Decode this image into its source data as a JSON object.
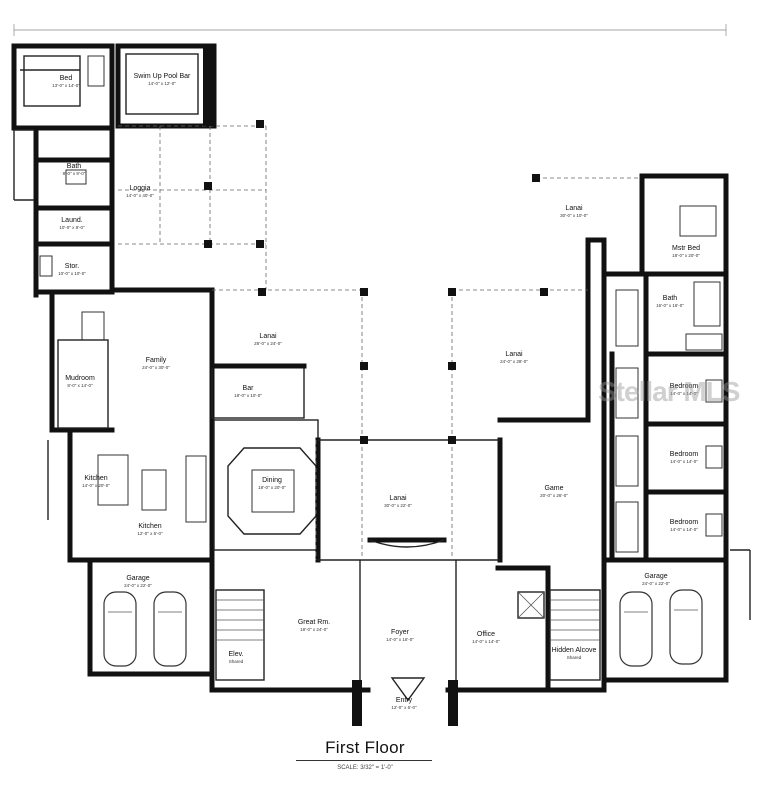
{
  "plan": {
    "title": "First Floor",
    "scale_note": "SCALE: 3/32\" = 1'-0\"",
    "watermark": "Stellar MLS"
  },
  "rooms": [
    {
      "id": "bed-guest",
      "name": "Bed",
      "dims": "13'-0\" x 14'-0\""
    },
    {
      "id": "swim-up",
      "name": "Swim Up Pool Bar",
      "dims": "14'-0\" x 12'-0\""
    },
    {
      "id": "bath-1",
      "name": "Bath",
      "dims": "8'-0\" x 9'-0\""
    },
    {
      "id": "loggia-left",
      "name": "Loggia",
      "dims": "14'-0\" x 40'-0\""
    },
    {
      "id": "laundry",
      "name": "Laund.",
      "dims": "10'-0\" x 8'-0\""
    },
    {
      "id": "stor",
      "name": "Stor.",
      "dims": "10'-0\" x 10'-0\""
    },
    {
      "id": "mudroom",
      "name": "Mudroom",
      "dims": "8'-0\" x 14'-0\""
    },
    {
      "id": "family",
      "name": "Family",
      "dims": "24'-0\" x 30'-0\""
    },
    {
      "id": "lanai-left",
      "name": "Lanai",
      "dims": "28'-0\" x 24'-0\""
    },
    {
      "id": "bar",
      "name": "Bar",
      "dims": "18'-0\" x 10'-0\""
    },
    {
      "id": "dining",
      "name": "Dining",
      "dims": "18'-0\" x 20'-0\""
    },
    {
      "id": "kitchen",
      "name": "Kitchen",
      "dims": "14'-0\" x 20'-0\""
    },
    {
      "id": "kitchen-2",
      "name": "Kitchen",
      "dims": "12'-0\" x 6'-0\""
    },
    {
      "id": "lanai-center",
      "name": "Lanai",
      "dims": "30'-0\" x 22'-0\""
    },
    {
      "id": "lanai-right",
      "name": "Lanai",
      "dims": "24'-0\" x 28'-0\""
    },
    {
      "id": "lanai-upper-right",
      "name": "Lanai",
      "dims": "30'-0\" x 10'-0\""
    },
    {
      "id": "master-bedroom",
      "name": "Mstr Bed",
      "dims": "18'-0\" x 20'-0\""
    },
    {
      "id": "master-bath",
      "name": "Bath",
      "dims": "16'-0\" x 16'-0\""
    },
    {
      "id": "bedroom-2",
      "name": "Bedroom",
      "dims": "14'-0\" x 14'-0\""
    },
    {
      "id": "bedroom-3",
      "name": "Bedroom",
      "dims": "14'-0\" x 14'-0\""
    },
    {
      "id": "bedroom-4",
      "name": "Bedroom",
      "dims": "14'-0\" x 14'-0\""
    },
    {
      "id": "game",
      "name": "Game",
      "dims": "20'-0\" x 26'-0\""
    },
    {
      "id": "garage-left",
      "name": "Garage",
      "dims": "24'-0\" x 22'-0\""
    },
    {
      "id": "garage-right",
      "name": "Garage",
      "dims": "24'-0\" x 22'-0\""
    },
    {
      "id": "great-room",
      "name": "Great Rm.",
      "dims": "18'-0\" x 24'-0\""
    },
    {
      "id": "foyer",
      "name": "Foyer",
      "dims": "14'-0\" x 16'-0\""
    },
    {
      "id": "office",
      "name": "Office",
      "dims": "14'-0\" x 14'-0\""
    },
    {
      "id": "elevator",
      "name": "Elev.",
      "dims": "Shared"
    },
    {
      "id": "hidden-alcove",
      "name": "Hidden Alcove",
      "dims": "Shared"
    },
    {
      "id": "entry",
      "name": "Entry",
      "dims": "12'-0\" x 6'-0\""
    }
  ]
}
